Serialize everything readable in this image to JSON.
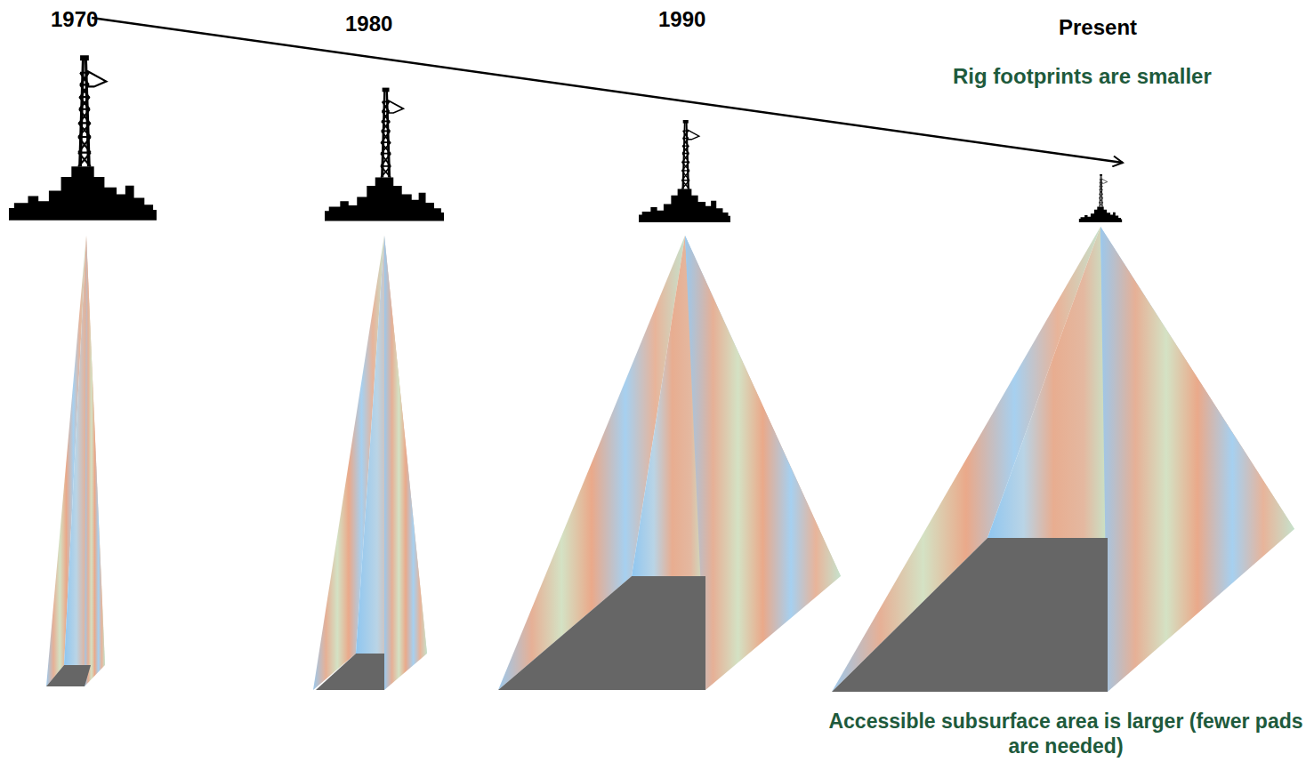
{
  "diagram": {
    "labels": [
      "1970",
      "1980",
      "1990",
      "Present",
      "Rig footprints are smaller",
      "Accessible subsurface area is larger (fewer pads are needed)"
    ]
  }
}
